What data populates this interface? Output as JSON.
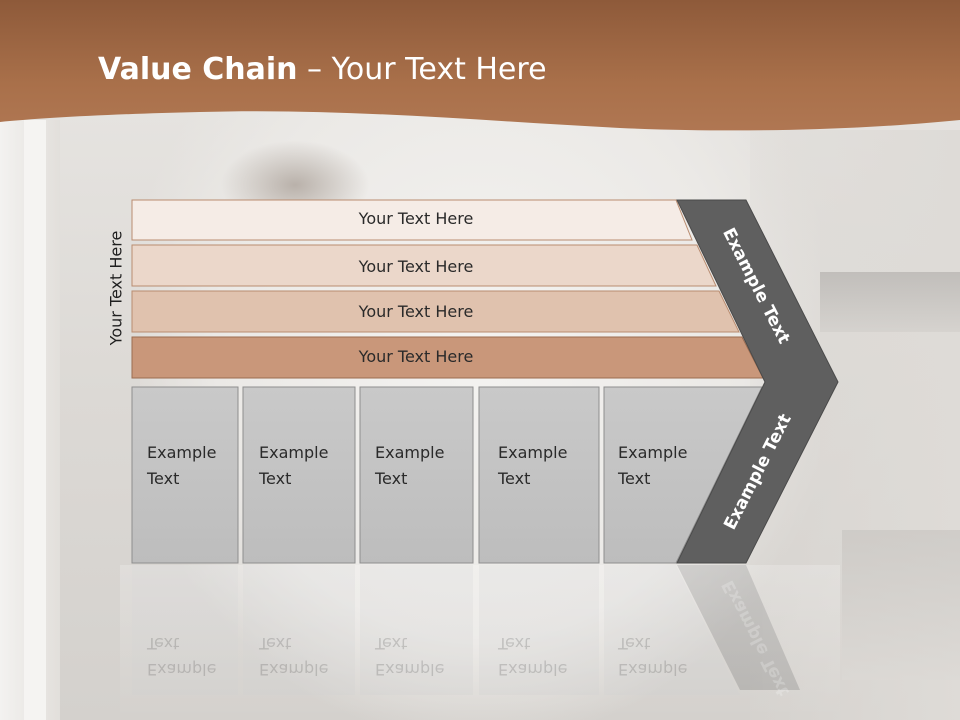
{
  "title": {
    "bold": "Value Chain",
    "rest": " – Your Text Here"
  },
  "side_label": "Your Text Here",
  "rows": [
    {
      "label": "Your Text Here",
      "color": "#f5ece6"
    },
    {
      "label": "Your Text Here",
      "color": "#ebd7ca"
    },
    {
      "label": "Your Text Here",
      "color": "#e0c2ae"
    },
    {
      "label": "Your Text Here",
      "color": "#c9977a"
    }
  ],
  "columns": [
    {
      "line1": "Example",
      "line2": "Text"
    },
    {
      "line1": "Example",
      "line2": "Text"
    },
    {
      "line1": "Example",
      "line2": "Text"
    },
    {
      "line1": "Example",
      "line2": "Text"
    },
    {
      "line1": "Example",
      "line2": "Text"
    }
  ],
  "chevron_top": "Example Text",
  "chevron_bottom": "Example Text",
  "colors": {
    "header": "#a9704a",
    "column_fill": "#c6c6c6",
    "chevron_fill": "#5f5f5f"
  }
}
